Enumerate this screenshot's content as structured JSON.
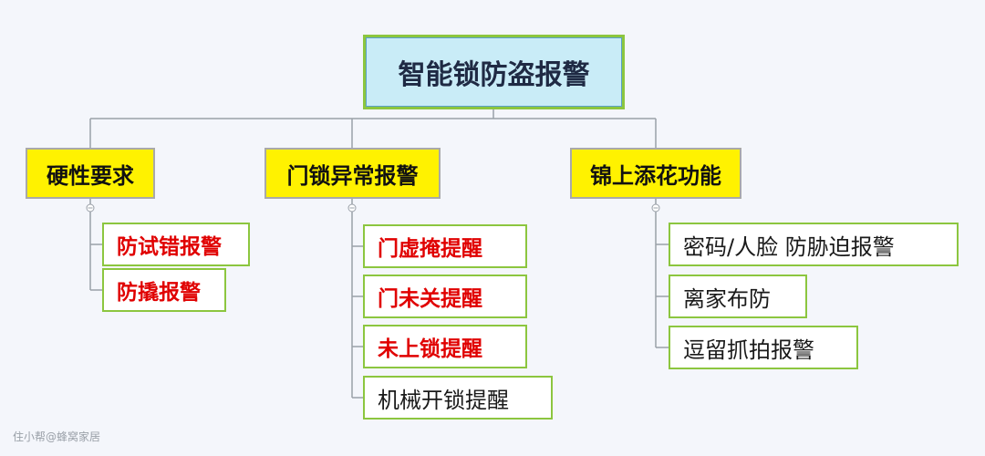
{
  "root": {
    "label": "智能锁防盗报警"
  },
  "categories": [
    {
      "label": "硬性要求",
      "items": [
        {
          "label": "防试错报警",
          "color": "red"
        },
        {
          "label": "防撬报警",
          "color": "red"
        }
      ]
    },
    {
      "label": "门锁异常报警",
      "items": [
        {
          "label": "门虚掩提醒",
          "color": "red"
        },
        {
          "label": "门未关提醒",
          "color": "red"
        },
        {
          "label": "未上锁提醒",
          "color": "red"
        },
        {
          "label": "机械开锁提醒",
          "color": "black"
        }
      ]
    },
    {
      "label": "锦上添花功能",
      "items": [
        {
          "label": "密码/人脸 防胁迫报警",
          "color": "black"
        },
        {
          "label": "离家布防",
          "color": "black"
        },
        {
          "label": "逗留抓拍报警",
          "color": "black"
        }
      ]
    }
  ],
  "watermark": "住小帮@蜂窝家居",
  "colors": {
    "alarm_text": "#e00000",
    "category_fill": "#fff200",
    "root_fill": "#c9ecf7",
    "leaf_border": "#8cc63f"
  }
}
